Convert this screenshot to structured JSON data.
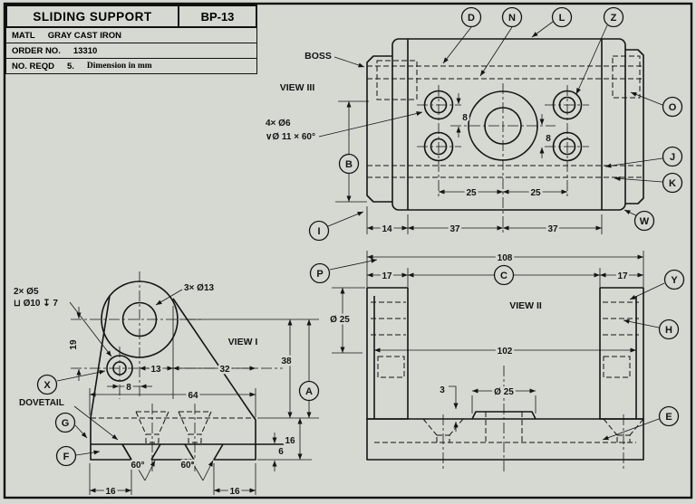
{
  "title_block": {
    "title": "SLIDING SUPPORT",
    "drawing_number": "BP-13",
    "material_label": "MATL",
    "material_value": "GRAY CAST IRON",
    "order_label": "ORDER NO.",
    "order_value": "13310",
    "reqd_label": "NO. REQD",
    "reqd_value": "5.",
    "units_note": "Dimension in mm"
  },
  "labels": {
    "view1": "VIEW I",
    "view2": "VIEW II",
    "view3": "VIEW III",
    "boss": "BOSS",
    "dovetail": "DOVETAIL"
  },
  "notes": {
    "v3_line1": "4× Ø6",
    "v3_line2": "∨Ø 11 × 60°",
    "v1_line1": "2× Ø5",
    "v1_line2": "⊔ Ø10 ↧ 7",
    "v1_boss": "3× Ø13"
  },
  "dims": {
    "v3_8t": "8",
    "v3_8b": "8",
    "v3_25l": "25",
    "v3_25r": "25",
    "v3_14": "14",
    "v3_37l": "37",
    "v3_37r": "37",
    "w_108": "108",
    "w_17l": "17",
    "w_17r": "17",
    "v2_102": "102",
    "v2_3": "3",
    "v2_dia25": "Ø 25",
    "v2_dia25_side": "Ø 25",
    "v1_19": "19",
    "v1_8": "8",
    "v1_13": "13",
    "v1_32": "32",
    "v1_64": "64",
    "v1_38": "38",
    "v1_16r": "16",
    "v1_6": "6",
    "v1_16bl": "16",
    "v1_16br": "16",
    "v1_60l": "60°",
    "v1_60r": "60°"
  },
  "balloons": {
    "a": "A",
    "b": "B",
    "c": "C",
    "d": "D",
    "e": "E",
    "f": "F",
    "g": "G",
    "h": "H",
    "i": "I",
    "j": "J",
    "k": "K",
    "l": "L",
    "n": "N",
    "o": "O",
    "p": "P",
    "w": "W",
    "x": "X",
    "y": "Y",
    "z": "Z"
  },
  "colors": {
    "paper": "#d6d8d2",
    "ink": "#141414"
  }
}
